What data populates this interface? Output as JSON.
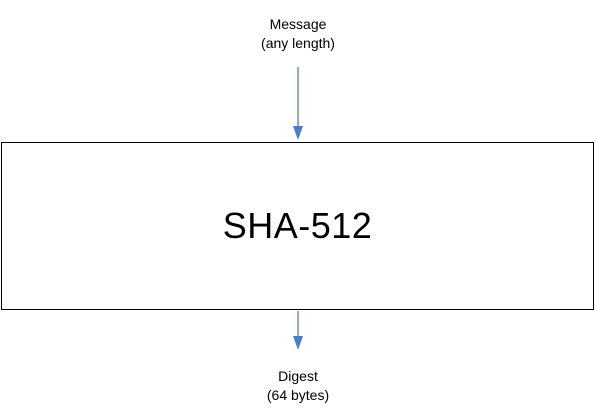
{
  "input": {
    "line1": "Message",
    "line2": "(any length)"
  },
  "process": {
    "title": "SHA-512"
  },
  "output": {
    "line1": "Digest",
    "line2": "(64 bytes)"
  },
  "colors": {
    "arrow": "#4a7ec4",
    "box_border": "#000000",
    "text": "#000000"
  }
}
